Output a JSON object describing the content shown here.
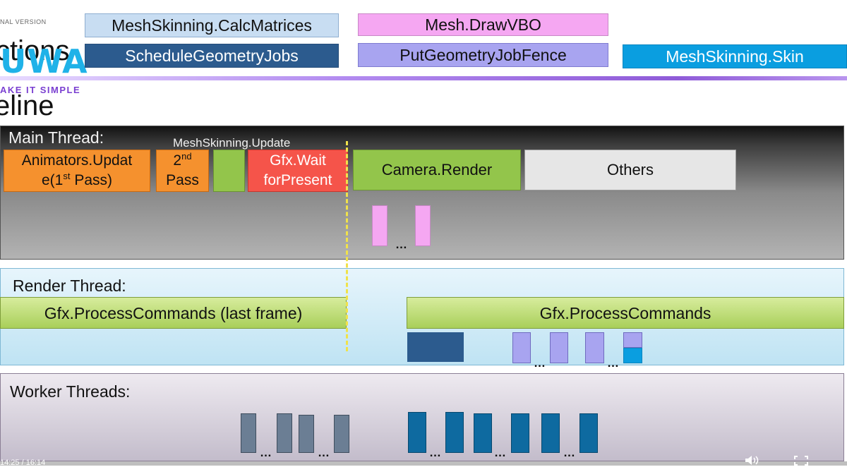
{
  "header": {
    "version_text": "NAL VERSION",
    "title_fragment_1": "ctions",
    "title_fragment_2": "eline",
    "logo_text": "UWA",
    "tagline": "AKE IT SIMPLE"
  },
  "legend": {
    "calc_matrices": "MeshSkinning.CalcMatrices",
    "schedule_geometry_jobs": "ScheduleGeometryJobs",
    "mesh_drawvbo": "Mesh.DrawVBO",
    "put_geometry_job_fence": "PutGeometryJobFence",
    "meshskinning_skin": "MeshSkinning.Skin"
  },
  "main_thread": {
    "label": "Main Thread:",
    "mesh_update_label": "MeshSkinning.Update",
    "animators_line1": "Animators.Updat",
    "animators_line2_pre": "e(1",
    "animators_sup": "st",
    "animators_line2_post": " Pass)",
    "second_pass_num": "2",
    "second_pass_sup": "nd",
    "second_pass_word": "Pass",
    "gfx_wait_line1": "Gfx.Wait",
    "gfx_wait_line2": "forPresent",
    "camera_render": "Camera.Render",
    "others": "Others",
    "ellipsis": "…"
  },
  "render_thread": {
    "label": "Render Thread:",
    "gfx_last_frame": "Gfx.ProcessCommands (last frame)",
    "gfx_process": "Gfx.ProcessCommands",
    "ellipsis": "…"
  },
  "worker_threads": {
    "label": "Worker Threads:",
    "ellipsis": "…"
  },
  "video": {
    "timecode": "14:25 / 16:14"
  },
  "colors": {
    "calc_matrices": "#c8ddf2",
    "schedule_geometry_jobs": "#2c5b8e",
    "mesh_drawvbo": "#f5a7f2",
    "put_geometry_job_fence": "#a8a4f0",
    "meshskinning_skin": "#0a9ee0",
    "animators": "#f5912e",
    "green": "#93c54b",
    "gfx_wait": "#f5544a"
  },
  "icons": [
    "volume-icon",
    "fullscreen-icon"
  ]
}
